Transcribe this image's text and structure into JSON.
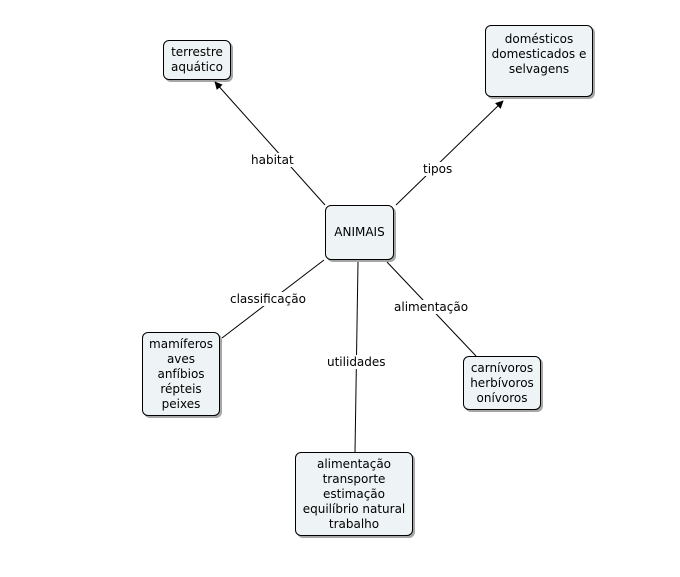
{
  "center": "ANIMAIS",
  "branches": {
    "habitat": {
      "label": "habitat",
      "items": [
        "terrestre",
        "aquático"
      ]
    },
    "tipos": {
      "label": "tipos",
      "items": [
        "domésticos",
        "domesticados e",
        "selvagens"
      ]
    },
    "classificacao": {
      "label": "classificação",
      "items": [
        "mamíferos",
        "aves",
        "anfíbios",
        "répteis",
        "peixes"
      ]
    },
    "utilidades": {
      "label": "utilidades",
      "items": [
        "alimentação",
        "transporte",
        "estimação",
        "equilíbrio natural",
        "trabalho"
      ]
    },
    "alimentacao": {
      "label": "alimentação",
      "items": [
        "carnívoros",
        "herbívoros",
        "onívoros"
      ]
    }
  }
}
